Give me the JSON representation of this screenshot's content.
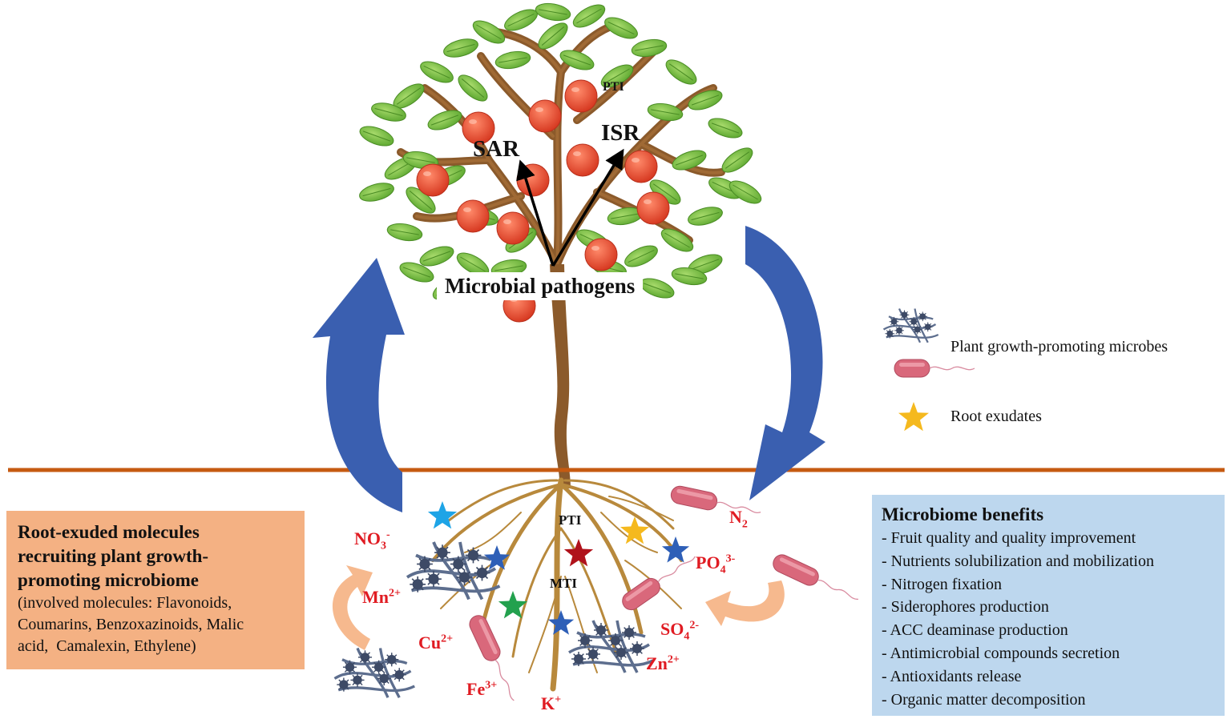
{
  "labels": {
    "sar": "SAR",
    "isr": "ISR",
    "pti_top": "PTI",
    "pathogens": "Microbial pathogens",
    "pti_root": "PTI",
    "mti": "MTI"
  },
  "ions": {
    "no3": {
      "base": "NO",
      "sub": "3",
      "sup": "-"
    },
    "mn": {
      "base": "Mn",
      "sup": "2+"
    },
    "cu": {
      "base": "Cu",
      "sup": "2+"
    },
    "fe": {
      "base": "Fe",
      "sup": "3+"
    },
    "k": {
      "base": "K",
      "sup": "+"
    },
    "n2": {
      "base": "N",
      "sub": "2"
    },
    "po4": {
      "base": "PO",
      "sub": "4",
      "sup": "3-"
    },
    "so4": {
      "base": "SO",
      "sub": "4",
      "sup": "2-"
    },
    "zn": {
      "base": "Zn",
      "sup": "2+"
    }
  },
  "legend": [
    {
      "icon": "microbe-cluster-icon",
      "label": "Plant growth-promoting microbes"
    },
    {
      "icon": "bacterium-icon",
      "label": ""
    },
    {
      "icon": "star-icon",
      "label": "Root exudates"
    }
  ],
  "left_box": {
    "title_lines": [
      "Root-exuded molecules",
      "recruiting plant growth-",
      "promoting microbiome"
    ],
    "desc_lines": [
      "(involved molecules: Flavonoids,",
      "Coumarins, Benzoxazinoids, Malic",
      "acid,  Camalexin, Ethylene)"
    ]
  },
  "right_box": {
    "title": "Microbiome benefits",
    "items": [
      "- Fruit quality and quality improvement",
      "- Nutrients solubilization and mobilization",
      "- Nitrogen fixation",
      "- Siderophores production",
      "- ACC deaminase production",
      "- Antimicrobial compounds secretion",
      "- Antioxidants release",
      "- Organic matter decomposition"
    ]
  },
  "colors": {
    "ground_line": "#c55a11",
    "arrow_blue": "#3a5fb0",
    "ion_red": "#e01b22",
    "leaf": "#7dc242",
    "fruit": "#e8442f",
    "trunk": "#8b5a2b",
    "root": "#b8893c",
    "left_box": "#f4b183",
    "right_box": "#bdd7ee",
    "microbe": "#5d6e8e",
    "bacterium": "#d9687b",
    "star_gold": "#f5b91e",
    "star_blue": "#2e5fb7",
    "star_red": "#b0121b",
    "star_green": "#23a14e",
    "star_cyan": "#1ea4e6"
  }
}
